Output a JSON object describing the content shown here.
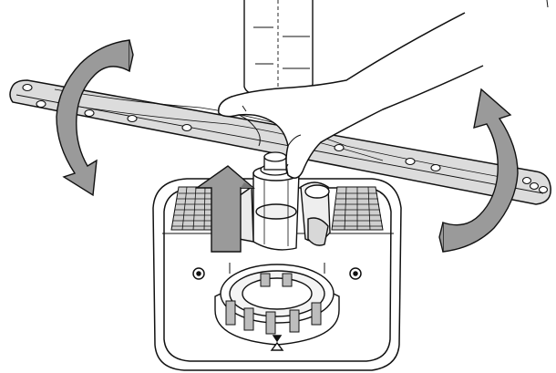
{
  "illustration": {
    "parts": [
      "lower-spray-arm",
      "hand",
      "upper-supply-pipe",
      "sump-basin",
      "cylindrical-filter",
      "rotation-arrow-left",
      "rotation-arrow-right",
      "lift-arrow"
    ],
    "colors": {
      "line": "#111111",
      "spray_arm_fill": "#dcdcdc",
      "arrow_fill": "#9a9a9a",
      "background": "#ffffff"
    },
    "arrow_meaning": {
      "rotation_arrows": "rotate",
      "center_arrow": "lift-up"
    }
  }
}
